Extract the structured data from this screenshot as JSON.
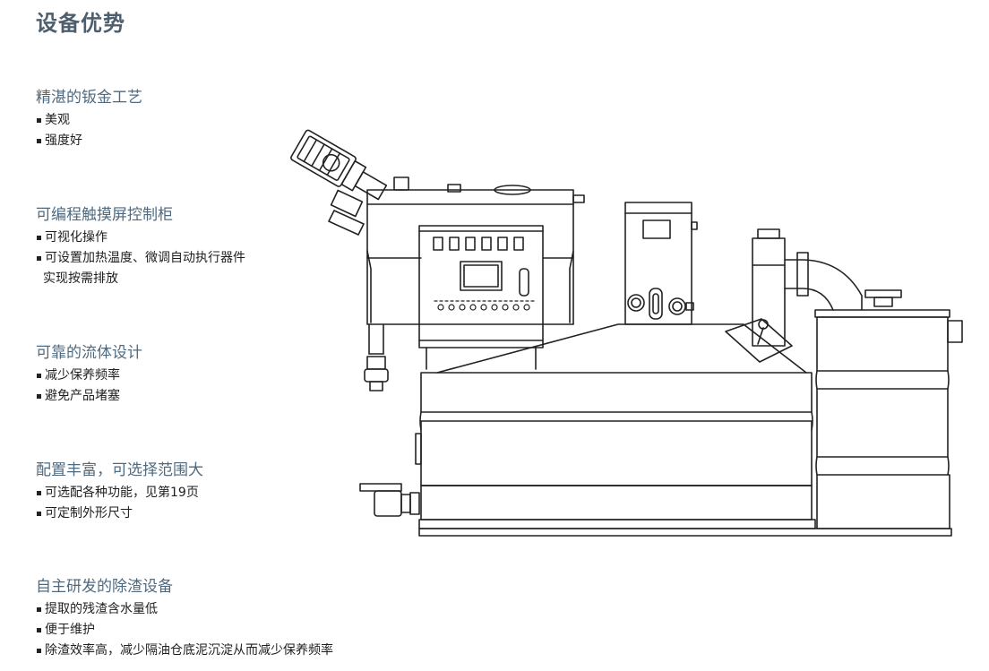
{
  "page_title": "设备优势",
  "features": [
    {
      "heading": "精湛的钣金工艺",
      "bullets": [
        "美观",
        "强度好"
      ]
    },
    {
      "heading": "可编程触摸屏控制柜",
      "bullets": [
        "可视化操作",
        "可设置加热温度、微调自动执行器件",
        "实现按需排放"
      ]
    },
    {
      "heading": "可靠的流体设计",
      "bullets": [
        "减少保养频率",
        "避免产品堵塞"
      ]
    },
    {
      "heading": "配置丰富，可选择范围大",
      "bullets": [
        "可选配各种功能，见第19页",
        "可定制外形尺寸"
      ]
    },
    {
      "heading": "自主研发的除渣设备",
      "bullets": [
        "提取的残渣含水量低",
        "便于维护",
        "除渣效率高，减少隔油仓底泥沉淀从而减少保养频率"
      ]
    }
  ]
}
